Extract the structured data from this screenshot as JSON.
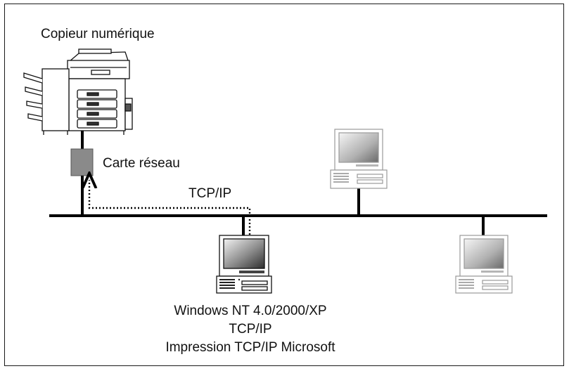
{
  "copier": {
    "title": "Copieur numérique"
  },
  "network_card": {
    "label": "Carte réseau"
  },
  "protocol_label": "TCP/IP",
  "client": {
    "caption_lines": [
      "Windows NT 4.0/2000/XP",
      "TCP/IP",
      "Impression TCP/IP Microsoft"
    ]
  },
  "colors": {
    "line": "#000000",
    "card_fill": "#8a8a8a",
    "screen_dark": "#3a3a3a",
    "screen_light": "#e8e8e8",
    "outline_faded": "#9a9a9a"
  }
}
